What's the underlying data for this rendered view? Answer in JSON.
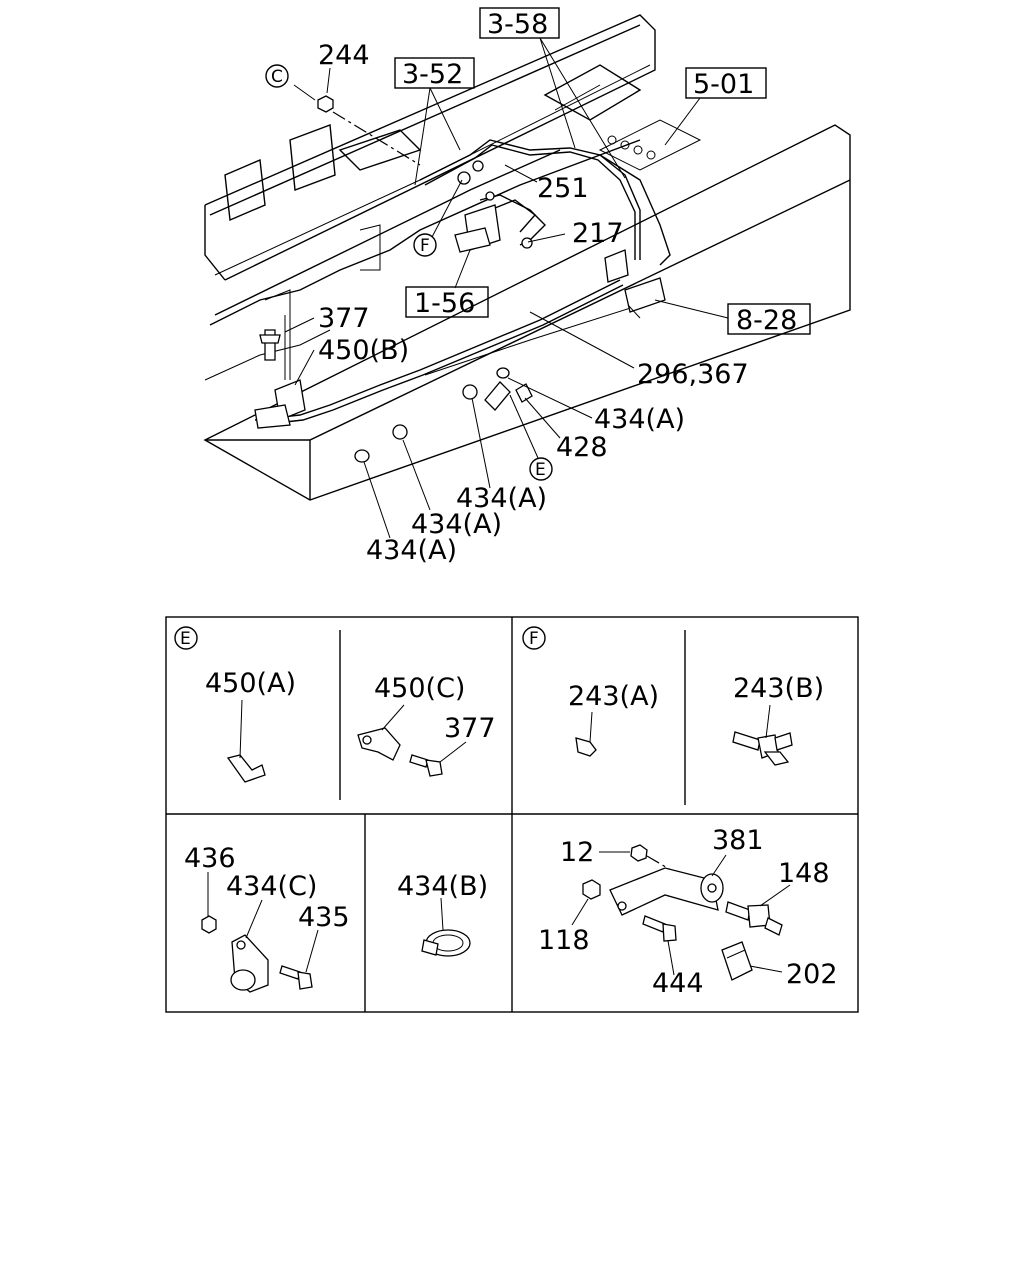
{
  "ref_boxes": {
    "r358": "3-58",
    "r352": "3-52",
    "r501": "5-01",
    "r156": "1-56",
    "r828": "8-28"
  },
  "callouts": {
    "c244": "244",
    "c251": "251",
    "c217": "217",
    "c377": "377",
    "c450b": "450(B)",
    "c296": "296,367",
    "c434a_1": "434(A)",
    "c428": "428",
    "c434a_2": "434(A)",
    "c434a_3": "434(A)",
    "c434a_4": "434(A)"
  },
  "circle_refs": {
    "c_top": "C",
    "f_top": "F",
    "e_top": "E"
  },
  "detail_panels": {
    "e": {
      "marker": "E",
      "p450a": "450(A)",
      "p450c": "450(C)",
      "p377": "377",
      "p436": "436",
      "p434c": "434(C)",
      "p435": "435",
      "p434b": "434(B)"
    },
    "f": {
      "marker": "F",
      "p243a": "243(A)",
      "p243b": "243(B)",
      "p12": "12",
      "p381": "381",
      "p148": "148",
      "p118": "118",
      "p444": "444",
      "p202": "202"
    }
  }
}
